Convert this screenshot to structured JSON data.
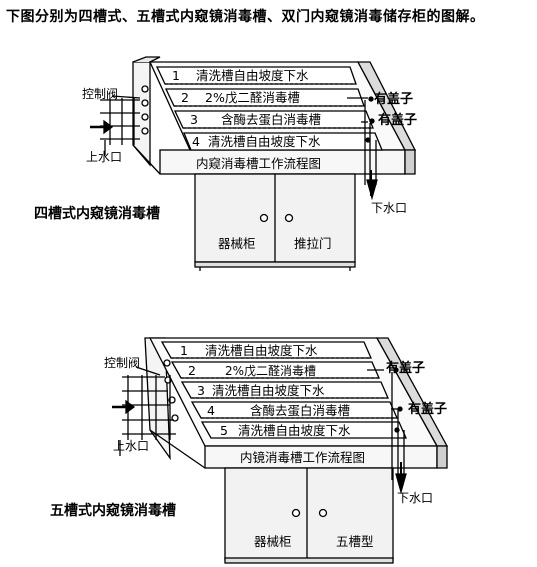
{
  "heading": "下图分别为四槽式、五槽式内窥镜消毒槽、双门内窥镜消毒储存柜的图解。",
  "diagram1": {
    "caption": "四槽式内窥镜消毒槽",
    "slots": [
      {
        "num": "1",
        "text": "清洗槽自由坡度下水"
      },
      {
        "num": "2",
        "text": "2%戊二醛消毒槽"
      },
      {
        "num": "3",
        "text": "含酶去蛋白消毒槽"
      },
      {
        "num": "4",
        "text": "清洗槽自由坡度下水"
      }
    ],
    "flow_label": "内窥消毒槽工作流程图",
    "valve_label": "控制阀",
    "water_in_label": "上水口",
    "lid_label_1": "有盖子",
    "lid_label_2": "有盖子",
    "drain_label": "下水口",
    "cabinet_label": "器械柜",
    "door_label": "推拉门"
  },
  "diagram2": {
    "caption": "五槽式内窥镜消毒槽",
    "slots": [
      {
        "num": "1",
        "text": "清洗槽自由坡度下水"
      },
      {
        "num": "2",
        "text": "2%戊二醛消毒槽"
      },
      {
        "num": "3",
        "text": "清洗槽自由坡度下水"
      },
      {
        "num": "4",
        "text": "含酶去蛋白消毒槽"
      },
      {
        "num": "5",
        "text": "清洗槽自由坡度下水"
      }
    ],
    "flow_label": "内镜消毒槽工作流程图",
    "valve_label": "控制阀",
    "water_in_label": "上水口",
    "lid_label_1": "有盖子",
    "lid_label_2": "有盖子",
    "drain_label": "下水口",
    "cabinet_label": "器械柜",
    "door_label": "五槽型"
  }
}
